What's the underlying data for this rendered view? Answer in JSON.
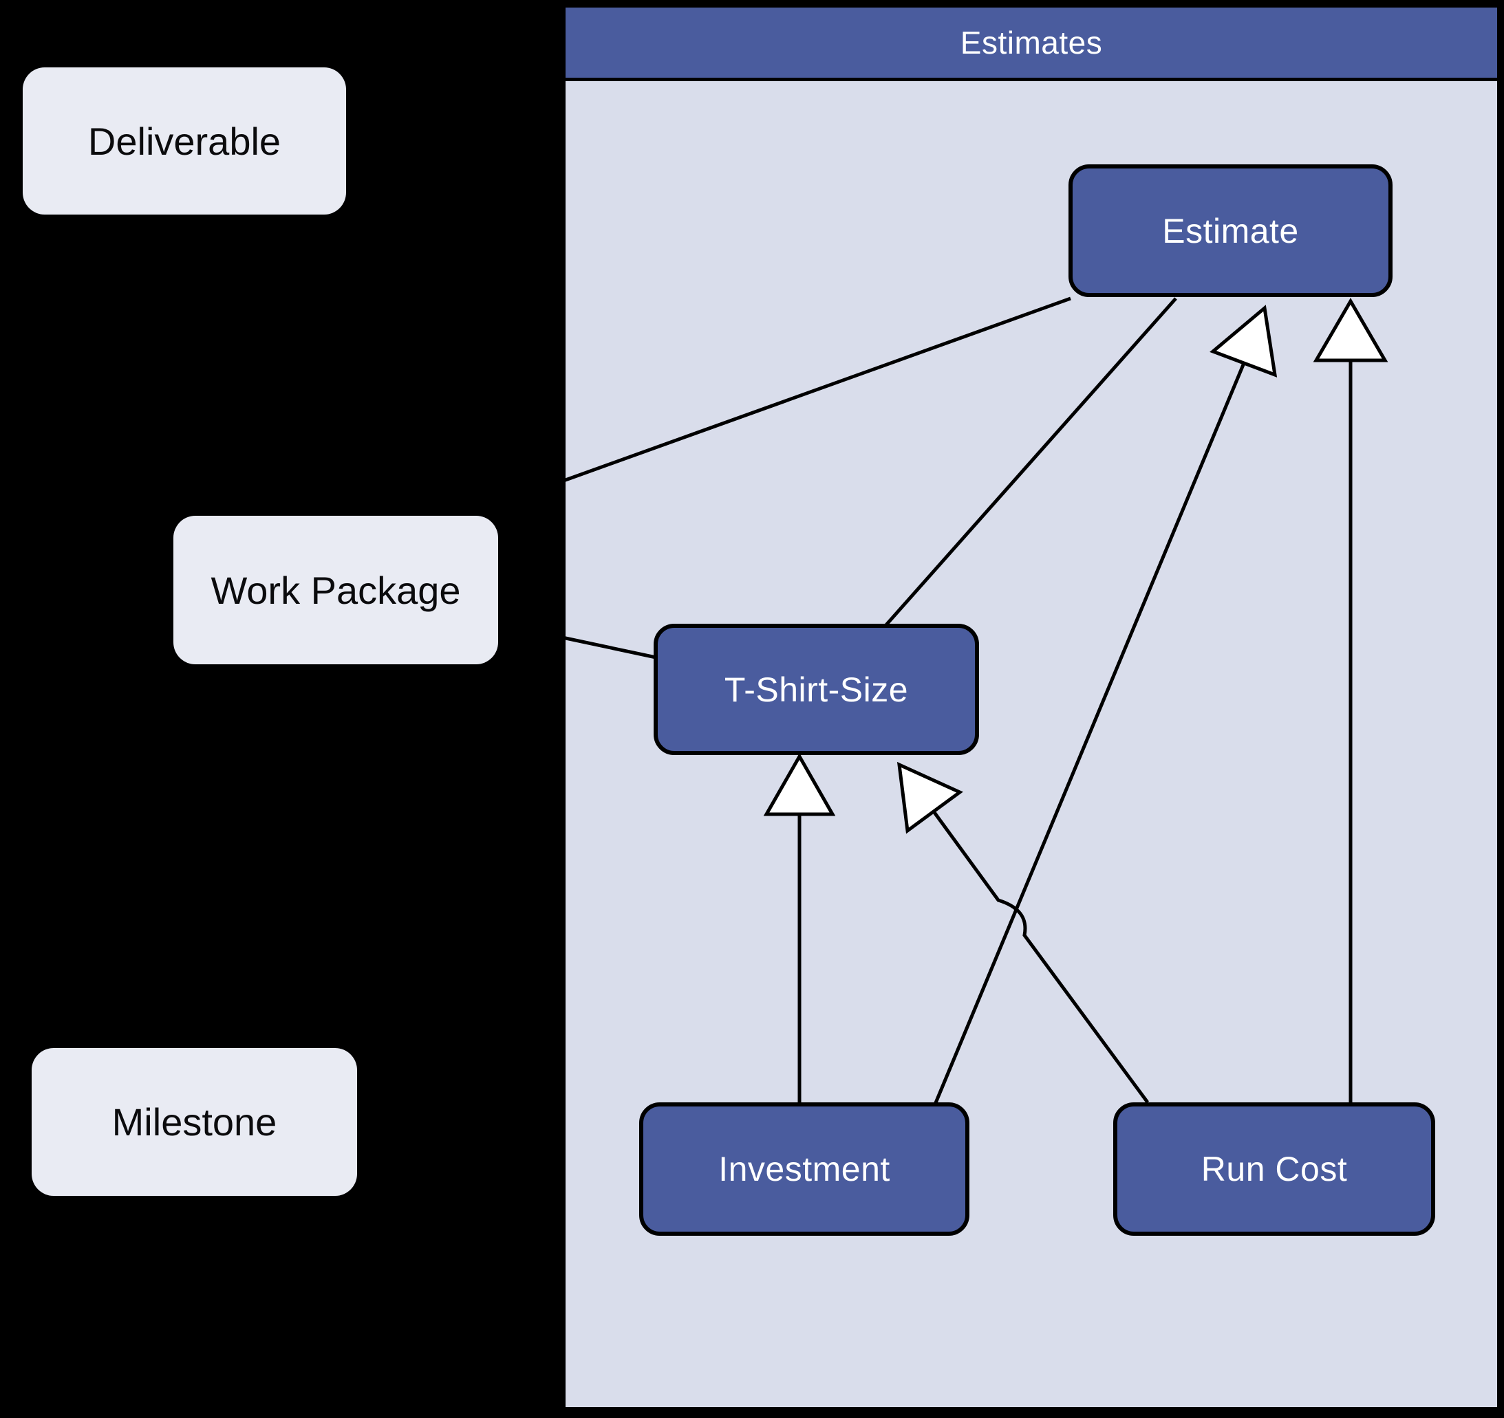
{
  "diagram": {
    "type": "uml-class-diagram",
    "frame": {
      "title": "Estimates"
    },
    "nodes": {
      "deliverable": {
        "label": "Deliverable",
        "kind": "external"
      },
      "work_package": {
        "label": "Work Package",
        "kind": "external"
      },
      "milestone": {
        "label": "Milestone",
        "kind": "external"
      },
      "estimate": {
        "label": "Estimate",
        "kind": "internal"
      },
      "t_shirt_size": {
        "label": "T-Shirt-Size",
        "kind": "internal"
      },
      "investment": {
        "label": "Investment",
        "kind": "internal"
      },
      "run_cost": {
        "label": "Run Cost",
        "kind": "internal"
      }
    },
    "edges": [
      {
        "from": "Deliverable",
        "to": "Estimate",
        "type": "association"
      },
      {
        "from": "Work Package",
        "to": "T-Shirt-Size",
        "type": "association"
      },
      {
        "from": "T-Shirt-Size",
        "to": "Estimate",
        "type": "association"
      },
      {
        "from": "Investment",
        "to": "T-Shirt-Size",
        "type": "generalization"
      },
      {
        "from": "Investment",
        "to": "Estimate",
        "type": "generalization"
      },
      {
        "from": "Run Cost",
        "to": "T-Shirt-Size",
        "type": "generalization"
      },
      {
        "from": "Run Cost",
        "to": "Estimate",
        "type": "generalization"
      }
    ]
  },
  "colors": {
    "background": "#000000",
    "frame_header_fill": "#4a5c9e",
    "frame_body_fill": "#d9ddeb",
    "node_fill": "#4a5c9e",
    "node_text": "#ffffff",
    "external_node_fill": "#e9ebf3",
    "external_node_text": "#0b0b0d",
    "line": "#000000",
    "arrowhead_fill": "#ffffff"
  }
}
